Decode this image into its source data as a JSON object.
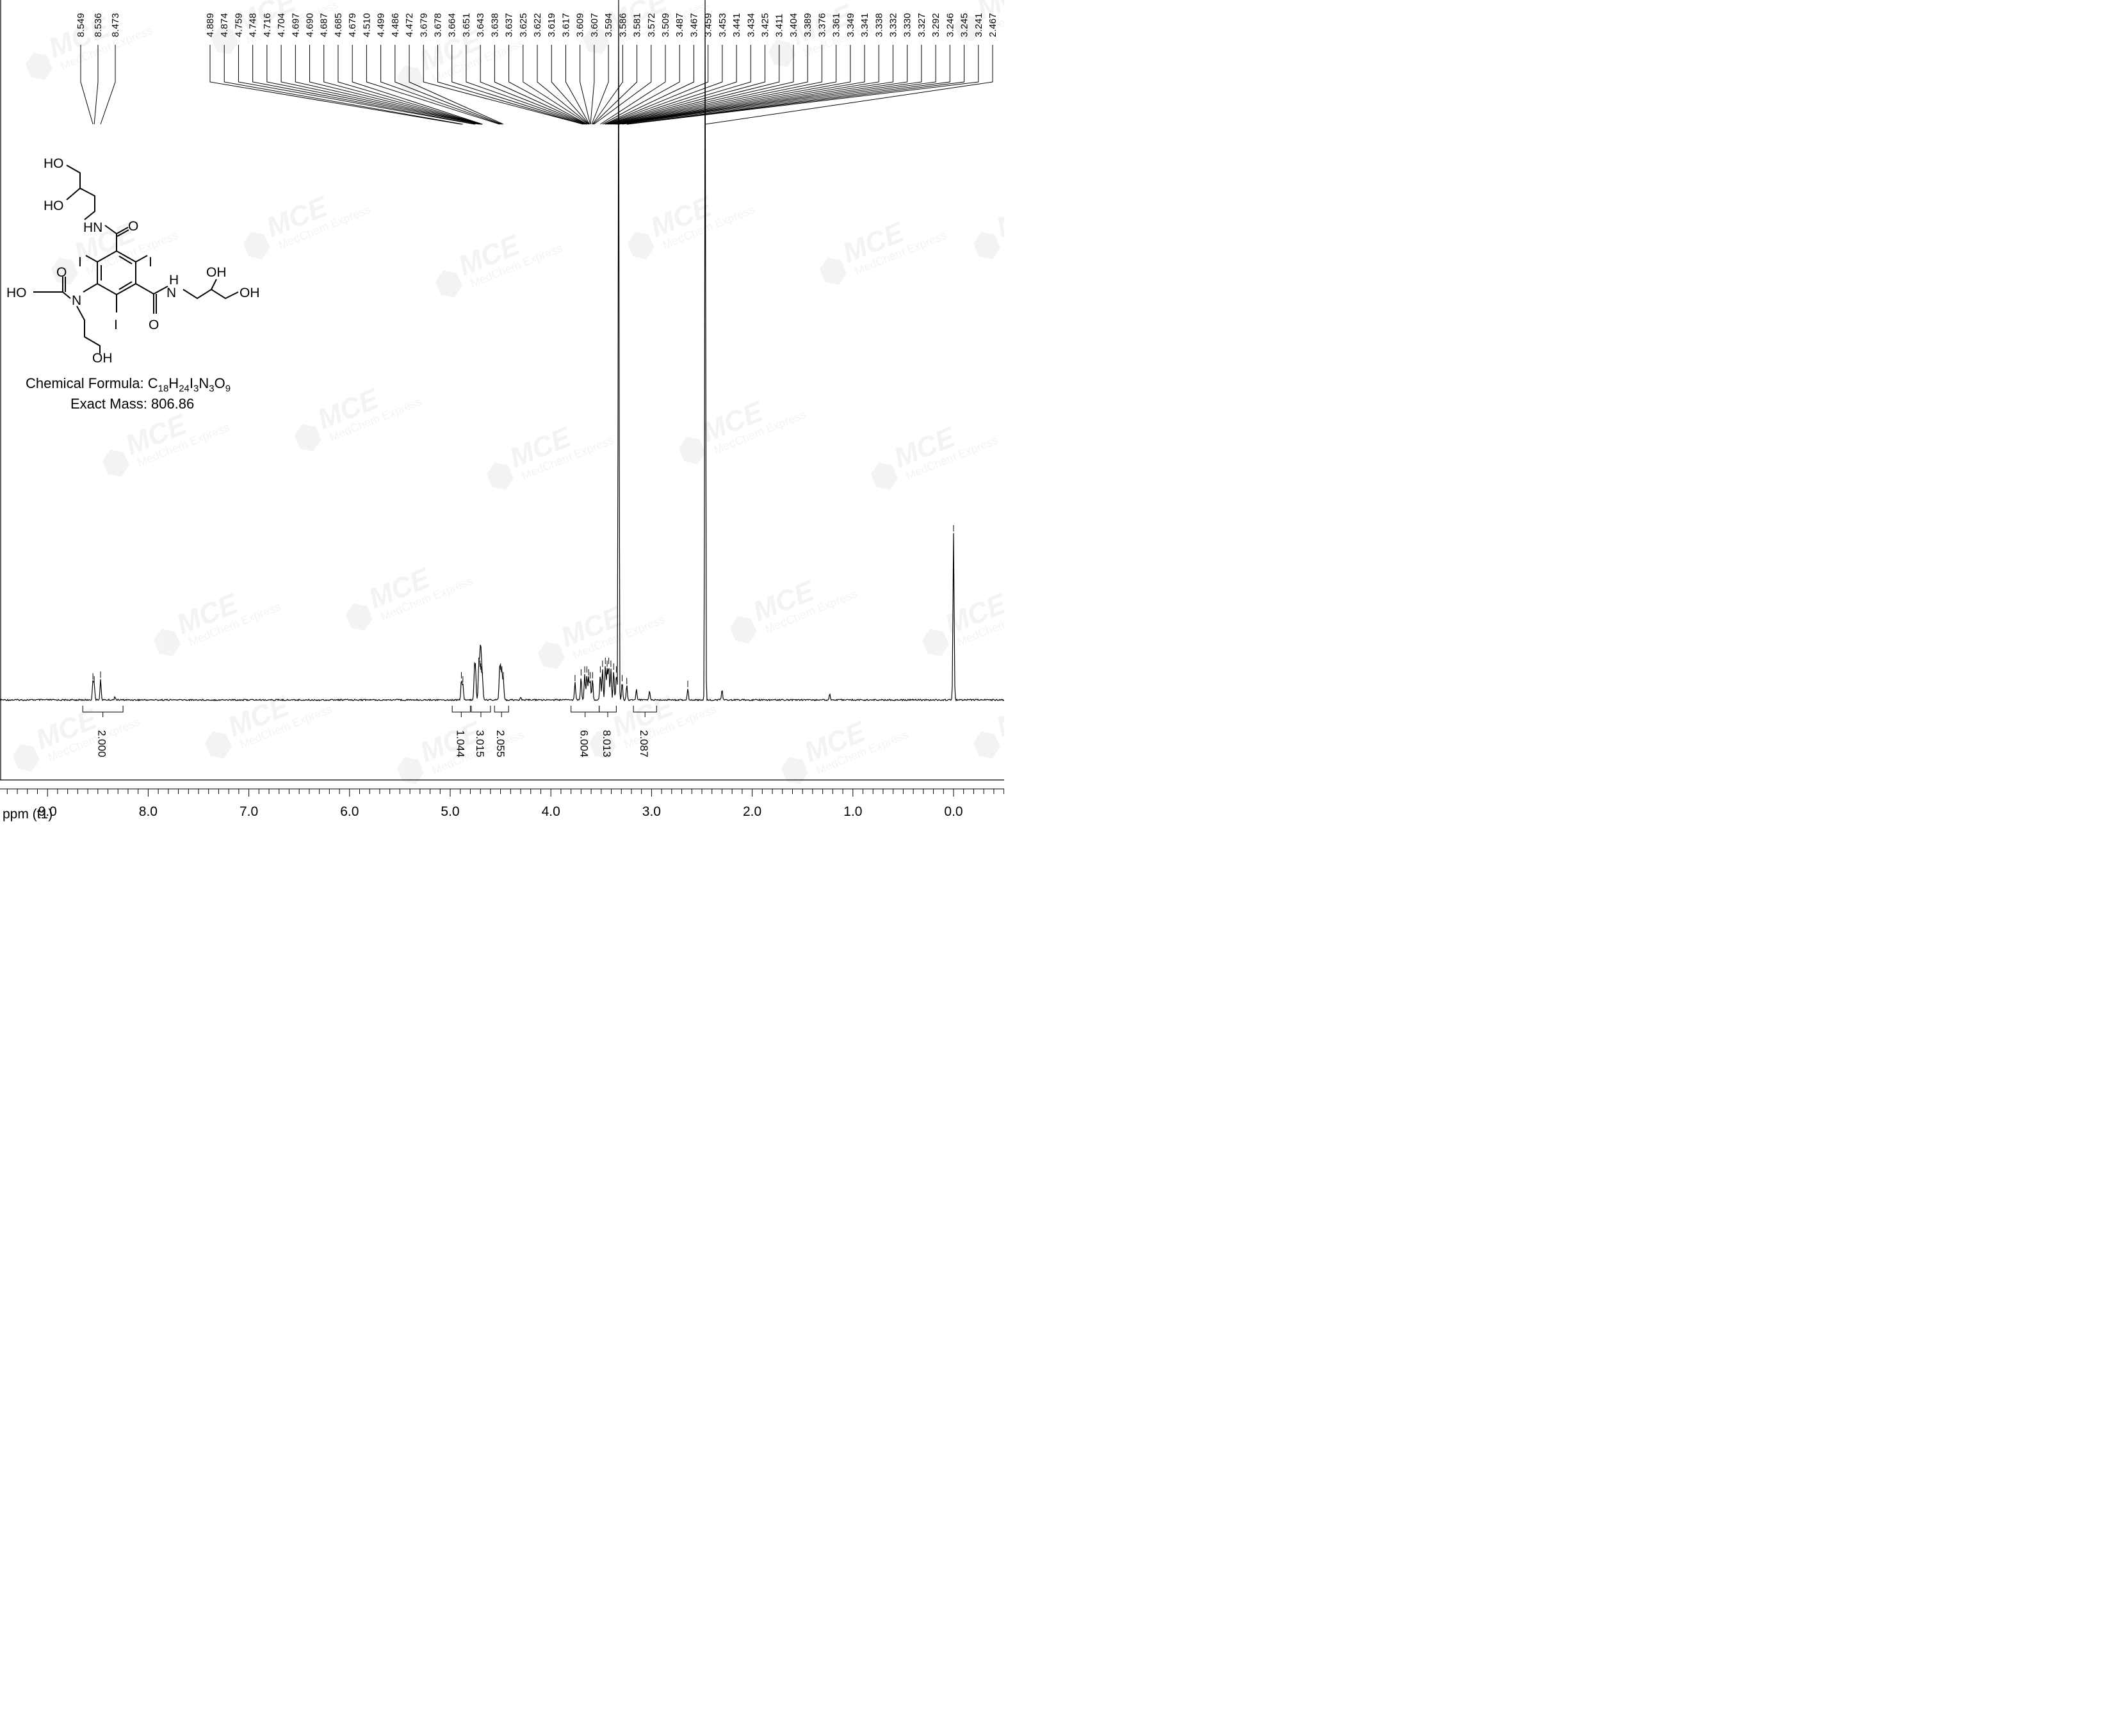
{
  "chart_data": {
    "type": "line",
    "xlabel": "ppm (t1)",
    "x_reversed": true,
    "xlim": [
      9.3,
      -0.5
    ],
    "x_ticks": [
      "9.0",
      "8.0",
      "7.0",
      "6.0",
      "5.0",
      "4.0",
      "3.0",
      "2.0",
      "1.0",
      "0.0"
    ],
    "peak_labels": [
      "8.549",
      "8.536",
      "8.473",
      "4.889",
      "4.874",
      "4.759",
      "4.748",
      "4.716",
      "4.704",
      "4.697",
      "4.690",
      "4.687",
      "4.685",
      "4.679",
      "4.510",
      "4.499",
      "4.486",
      "4.472",
      "3.679",
      "3.678",
      "3.664",
      "3.651",
      "3.643",
      "3.638",
      "3.637",
      "3.625",
      "3.622",
      "3.619",
      "3.617",
      "3.609",
      "3.607",
      "3.594",
      "3.586",
      "3.581",
      "3.572",
      "3.509",
      "3.487",
      "3.467",
      "3.459",
      "3.453",
      "3.441",
      "3.434",
      "3.425",
      "3.411",
      "3.404",
      "3.389",
      "3.376",
      "3.361",
      "3.349",
      "3.341",
      "3.338",
      "3.332",
      "3.330",
      "3.327",
      "3.292",
      "3.246",
      "3.245",
      "3.241",
      "2.467"
    ],
    "integrals": [
      {
        "from": 8.65,
        "to": 8.25,
        "value": "2.000"
      },
      {
        "from": 4.98,
        "to": 4.8,
        "value": "1.044"
      },
      {
        "from": 4.79,
        "to": 4.6,
        "value": "3.015"
      },
      {
        "from": 4.56,
        "to": 4.42,
        "value": "2.055"
      },
      {
        "from": 3.8,
        "to": 3.52,
        "value": "6.004"
      },
      {
        "from": 3.52,
        "to": 3.35,
        "value": "8.013"
      },
      {
        "from": 3.18,
        "to": 2.95,
        "value": "2.087"
      }
    ],
    "peaks": [
      {
        "ppm": 8.549,
        "h": 0.033
      },
      {
        "ppm": 8.536,
        "h": 0.028
      },
      {
        "ppm": 8.473,
        "h": 0.036
      },
      {
        "ppm": 8.33,
        "h": 0.006
      },
      {
        "ppm": 4.889,
        "h": 0.035
      },
      {
        "ppm": 4.874,
        "h": 0.028
      },
      {
        "ppm": 4.759,
        "h": 0.052
      },
      {
        "ppm": 4.748,
        "h": 0.05
      },
      {
        "ppm": 4.716,
        "h": 0.06
      },
      {
        "ppm": 4.704,
        "h": 0.055
      },
      {
        "ppm": 4.697,
        "h": 0.05
      },
      {
        "ppm": 4.69,
        "h": 0.045
      },
      {
        "ppm": 4.679,
        "h": 0.035
      },
      {
        "ppm": 4.51,
        "h": 0.045
      },
      {
        "ppm": 4.499,
        "h": 0.05
      },
      {
        "ppm": 4.486,
        "h": 0.045
      },
      {
        "ppm": 4.472,
        "h": 0.035
      },
      {
        "ppm": 4.3,
        "h": 0.004
      },
      {
        "ppm": 3.76,
        "h": 0.03
      },
      {
        "ppm": 3.7,
        "h": 0.04
      },
      {
        "ppm": 3.664,
        "h": 0.045
      },
      {
        "ppm": 3.643,
        "h": 0.045
      },
      {
        "ppm": 3.625,
        "h": 0.04
      },
      {
        "ppm": 3.609,
        "h": 0.035
      },
      {
        "ppm": 3.586,
        "h": 0.035
      },
      {
        "ppm": 3.509,
        "h": 0.045
      },
      {
        "ppm": 3.487,
        "h": 0.055
      },
      {
        "ppm": 3.459,
        "h": 0.06
      },
      {
        "ppm": 3.441,
        "h": 0.055
      },
      {
        "ppm": 3.425,
        "h": 0.06
      },
      {
        "ppm": 3.404,
        "h": 0.055
      },
      {
        "ppm": 3.376,
        "h": 0.05
      },
      {
        "ppm": 3.349,
        "h": 0.045
      },
      {
        "ppm": 3.327,
        "h": 1.4
      },
      {
        "ppm": 3.292,
        "h": 0.03
      },
      {
        "ppm": 3.246,
        "h": 0.025
      },
      {
        "ppm": 3.15,
        "h": 0.018
      },
      {
        "ppm": 3.02,
        "h": 0.015
      },
      {
        "ppm": 2.64,
        "h": 0.02
      },
      {
        "ppm": 2.467,
        "h": 1.4
      },
      {
        "ppm": 2.3,
        "h": 0.018
      },
      {
        "ppm": 1.23,
        "h": 0.01
      },
      {
        "ppm": 0.0,
        "h": 0.29
      }
    ]
  },
  "structure": {
    "atom_labels": [
      "HO",
      "HO",
      "HN",
      "O",
      "I",
      "I",
      "HO",
      "O",
      "N",
      "H",
      "N",
      "OH",
      "OH",
      "I",
      "O",
      "OH"
    ],
    "chemical_formula_label": "Chemical Formula: C",
    "formula_parts": [
      "18",
      "H",
      "24",
      "I",
      "3",
      "N",
      "3",
      "O",
      "9"
    ],
    "exact_mass": "Exact Mass: 806.86"
  },
  "watermark": {
    "text": "MCE",
    "subtext": "MedChem Express",
    "mark": "®"
  }
}
